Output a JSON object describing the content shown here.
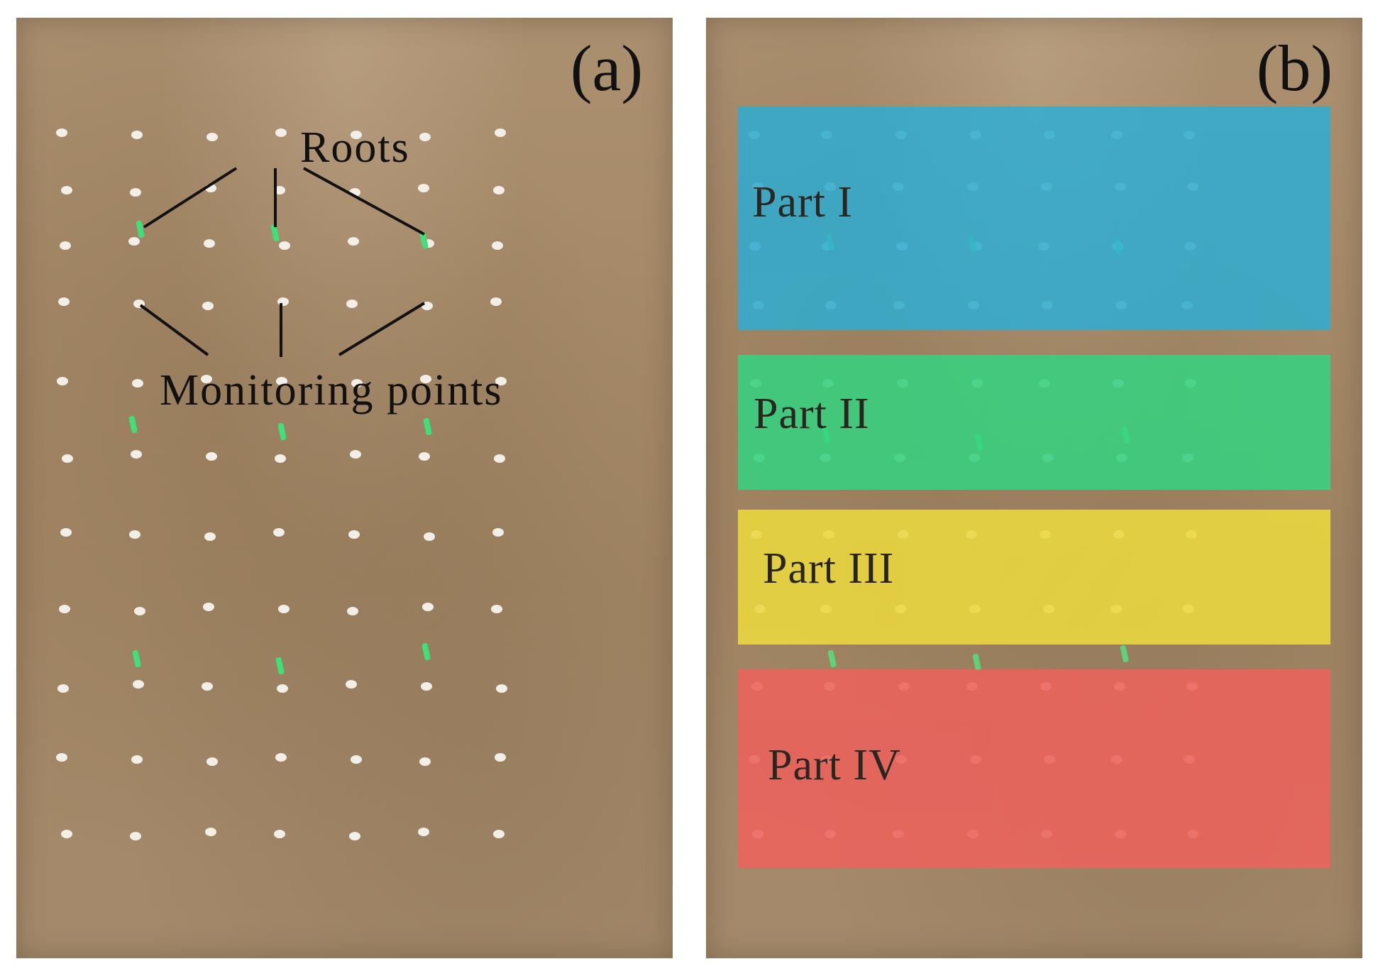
{
  "panel_a": {
    "tag": "(a)",
    "roots_label": "Roots",
    "monitoring_label": "Monitoring points"
  },
  "panel_b": {
    "tag": "(b)",
    "parts": [
      {
        "label": "Part  I",
        "color": "#2aaed6"
      },
      {
        "label": "Part  II",
        "color": "#2fd782"
      },
      {
        "label": "Part  III",
        "color": "#f2df3c"
      },
      {
        "label": "Part  IV",
        "color": "#f2605c"
      }
    ]
  },
  "colors": {
    "soil": "#a68a69",
    "marker": "#f2efe8",
    "root": "#3fe07a",
    "annotation_line": "#111111"
  }
}
